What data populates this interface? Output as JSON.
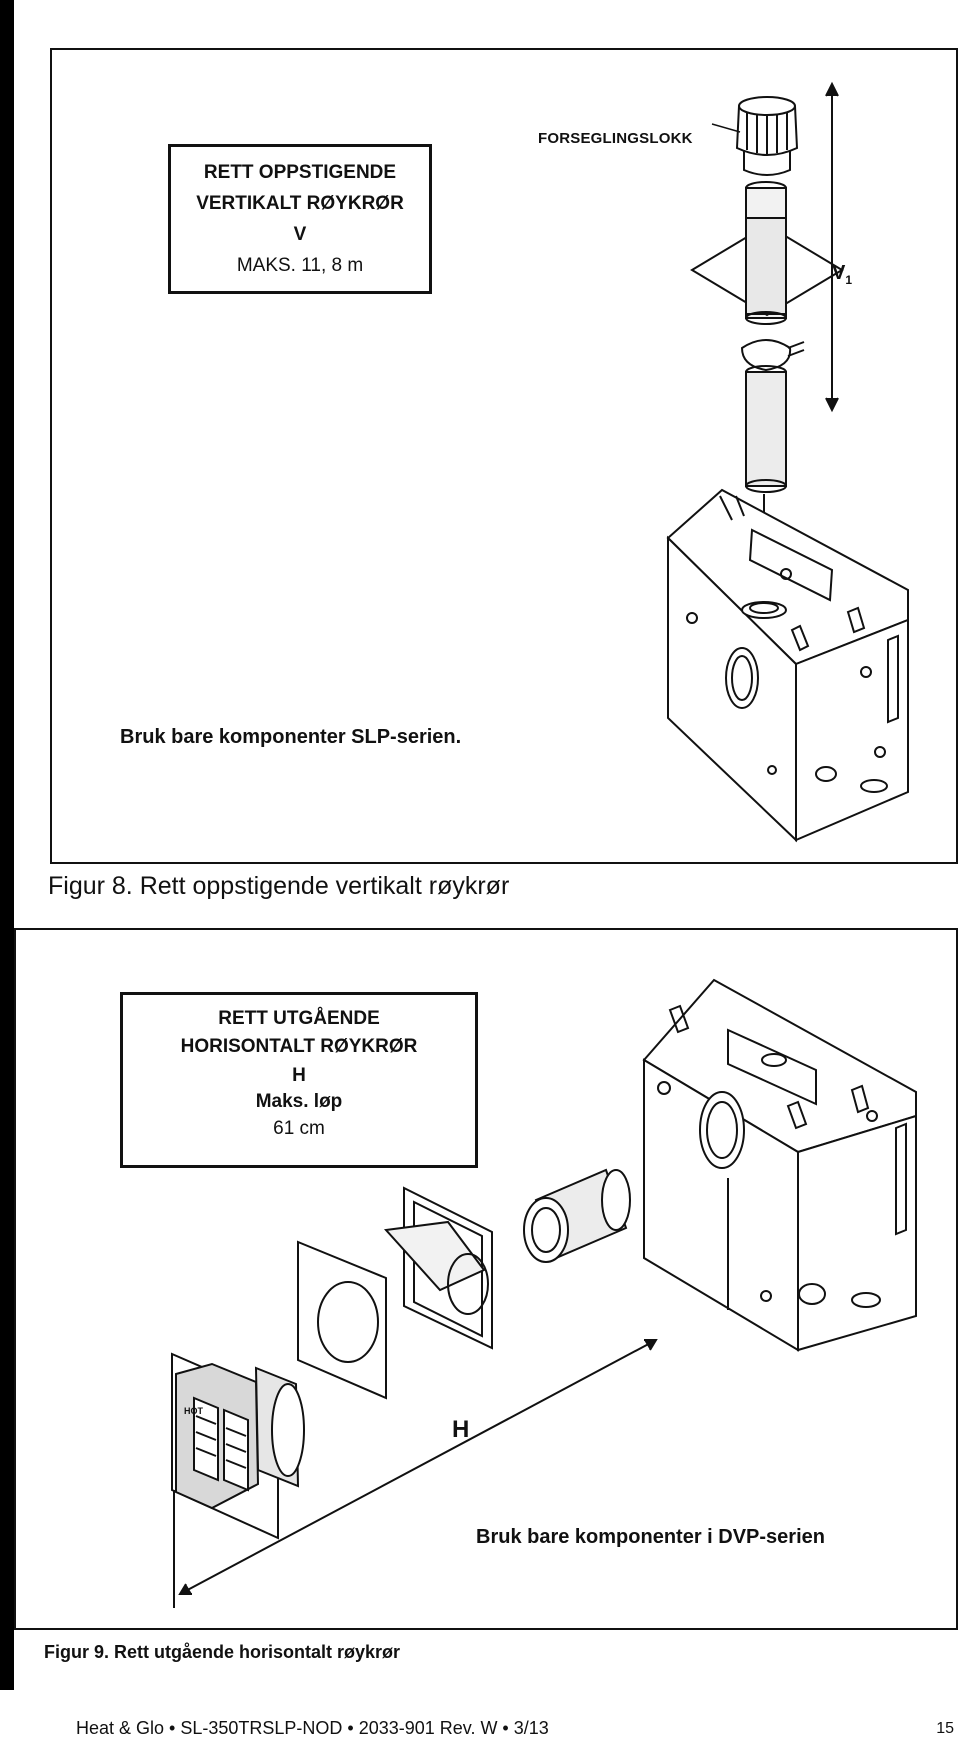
{
  "figure8": {
    "box_lines": [
      "RETT OPPSTIGENDE",
      "VERTIKALT RØYKRØR",
      "V",
      "MAKS. 11, 8 m"
    ],
    "callout": "FORSEGLINGSLOKK",
    "dimension_label": "V",
    "dimension_subscript": "1",
    "note": "Bruk bare komponenter SLP-serien.",
    "caption": "Figur 8. Rett oppstigende vertikalt røykrør"
  },
  "figure9": {
    "box_lines": [
      "RETT UTGÅENDE",
      "HORISONTALT RØYKRØR",
      "H",
      "Maks. løp",
      "61 cm"
    ],
    "dimension_label": "H",
    "note": "Bruk bare komponenter i DVP-serien",
    "caption": "Figur 9. Rett utgående horisontalt røykrør",
    "terminal_warning": "HOT"
  },
  "footer": {
    "text": "Heat & Glo  •  SL-350TRSLP-NOD  •  2033-901 Rev. W  •  3/13",
    "page_number": "15"
  }
}
